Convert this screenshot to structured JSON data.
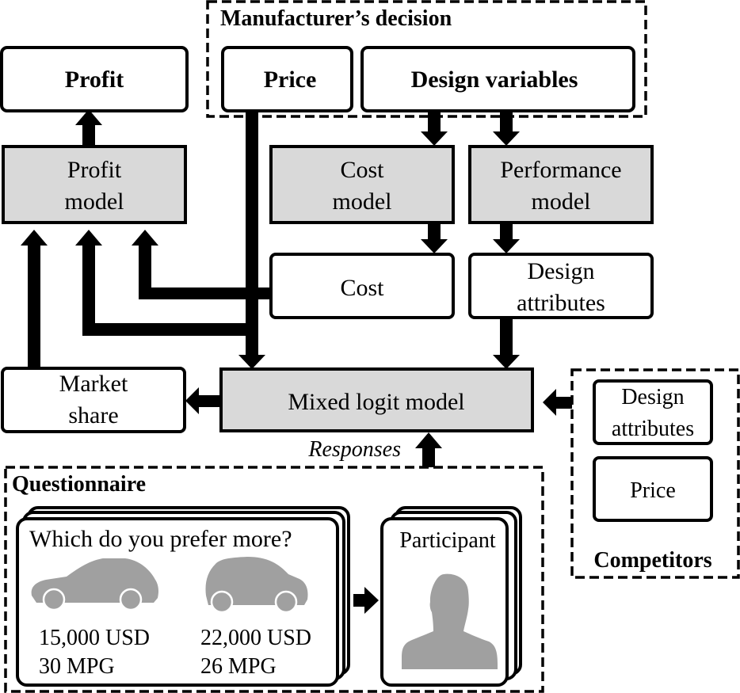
{
  "groups": {
    "manufacturer": "Manufacturer’s decision",
    "questionnaire": "Questionnaire",
    "competitors": "Competitors"
  },
  "nodes": {
    "profit": "Profit",
    "price": "Price",
    "design_variables": "Design variables",
    "profit_model": [
      "Profit",
      "model"
    ],
    "cost_model": [
      "Cost",
      "model"
    ],
    "performance_model": [
      "Performance",
      "model"
    ],
    "cost": "Cost",
    "design_attributes": [
      "Design",
      "attributes"
    ],
    "market_share": [
      "Market",
      "share"
    ],
    "mixed_logit": "Mixed logit model",
    "competitor_design_attributes": [
      "Design",
      "attributes"
    ],
    "competitor_price": "Price"
  },
  "edge_labels": {
    "responses": "Responses"
  },
  "questionnaire_card": {
    "question": "Which do you prefer more?",
    "options": [
      {
        "icon": "sedan-car-icon",
        "price": "15,000 USD",
        "mpg": "30 MPG"
      },
      {
        "icon": "hatchback-car-icon",
        "price": "22,000 USD",
        "mpg": "26 MPG"
      }
    ]
  },
  "participant_card": {
    "title": "Participant",
    "icon": "person-silhouette-icon"
  },
  "colors": {
    "model_fill": "#d9d9d9",
    "silhouette": "#a0a0a0",
    "stroke": "#000000"
  }
}
